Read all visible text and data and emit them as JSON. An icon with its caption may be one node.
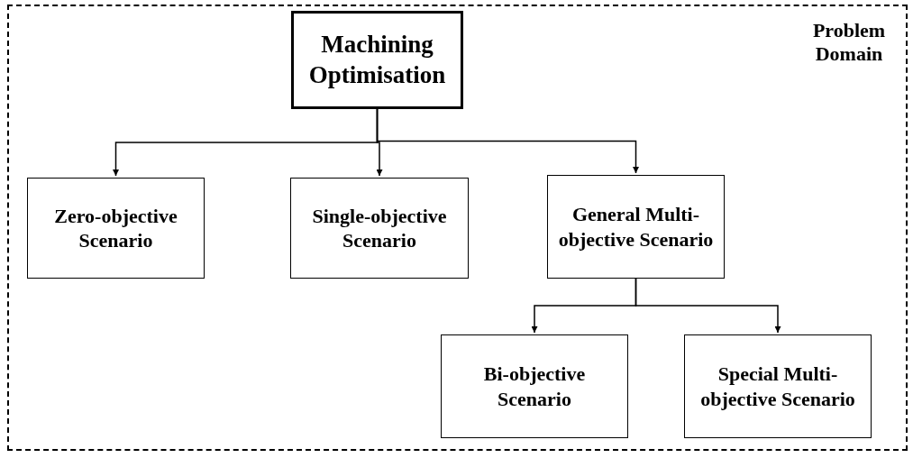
{
  "diagram": {
    "nodes": [
      {
        "text": [
          "Problem Domain"
        ]
      },
      {
        "text": [
          "Machining Optimisation"
        ],
        "in": 0
      },
      {
        "text": [
          "Zero-objective Scenario"
        ],
        "in": 0
      },
      {
        "text": [
          "Single-objective Scenario"
        ],
        "in": 0
      },
      {
        "text": [
          "General Multi-objective Scenario"
        ],
        "in": 0
      },
      {
        "text": [
          "Bi-objective Scenario"
        ],
        "in": 0
      },
      {
        "text": [
          "Special Multi-objective Scenario"
        ],
        "in": 0
      }
    ],
    "edges": [
      {
        "from": 1,
        "to": 2,
        "arrow": "to"
      },
      {
        "from": 1,
        "to": 3,
        "arrow": "to"
      },
      {
        "from": 1,
        "to": 4,
        "arrow": "to"
      },
      {
        "from": 4,
        "to": 5,
        "arrow": "to"
      },
      {
        "from": 4,
        "to": 6,
        "arrow": "to"
      }
    ]
  }
}
